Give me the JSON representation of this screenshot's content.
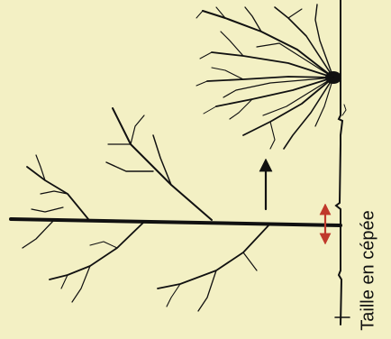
{
  "caption": "Taille en cépée",
  "colors": {
    "background": "#f3f0c4",
    "ink": "#111111",
    "marker": "#c0392b"
  },
  "elements": {
    "ground_line": "ground-line",
    "tree": "tree-before-pruning",
    "cut_marker": "cut-height-double-arrow",
    "transition_arrow": "transition-arrow",
    "coppice": "coppice-after-pruning"
  }
}
